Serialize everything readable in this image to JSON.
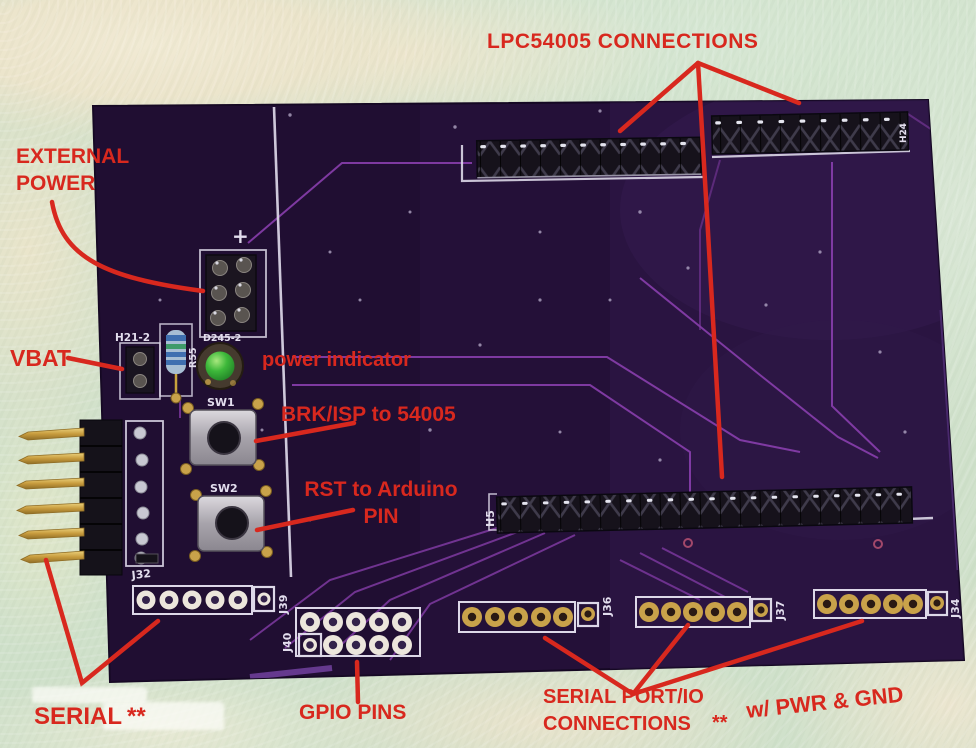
{
  "annotations": {
    "lpc_connections": "LPC54005 CONNECTIONS",
    "external_power_line1": "EXTERNAL",
    "external_power_line2": "POWER",
    "vbat": "VBAT",
    "power_indicator": "power indicator",
    "brk_isp": "BRK/ISP to 54005",
    "rst_line1": "RST to Arduino",
    "rst_line2": "PIN",
    "serial": "SERIAL",
    "serial_stars": "**",
    "gpio_pins": "GPIO PINS",
    "serial_port_line1": "SERIAL PORT/IO",
    "serial_port_line2": "CONNECTIONS",
    "serial_port_stars": "**",
    "pwr_gnd": "w/ PWR & GND"
  },
  "silkscreen": {
    "h2_label": "H21-2",
    "d2_label": "D245-2",
    "r55": "R55",
    "sw1": "SW1",
    "sw2": "SW2",
    "j32": "J32",
    "j39": "J39",
    "j40": "J40",
    "j36": "J36",
    "j37": "J37",
    "j34": "J34",
    "h5": "H5",
    "h24": "H24",
    "plus": "+"
  },
  "colors": {
    "annotation_red": "#d8281e",
    "board_purple": "#241038",
    "trace_purple": "#8a3fae",
    "silkscreen_white": "#e2dded",
    "pad_gold": "#c9a24a",
    "led_green": "#35b43c"
  }
}
